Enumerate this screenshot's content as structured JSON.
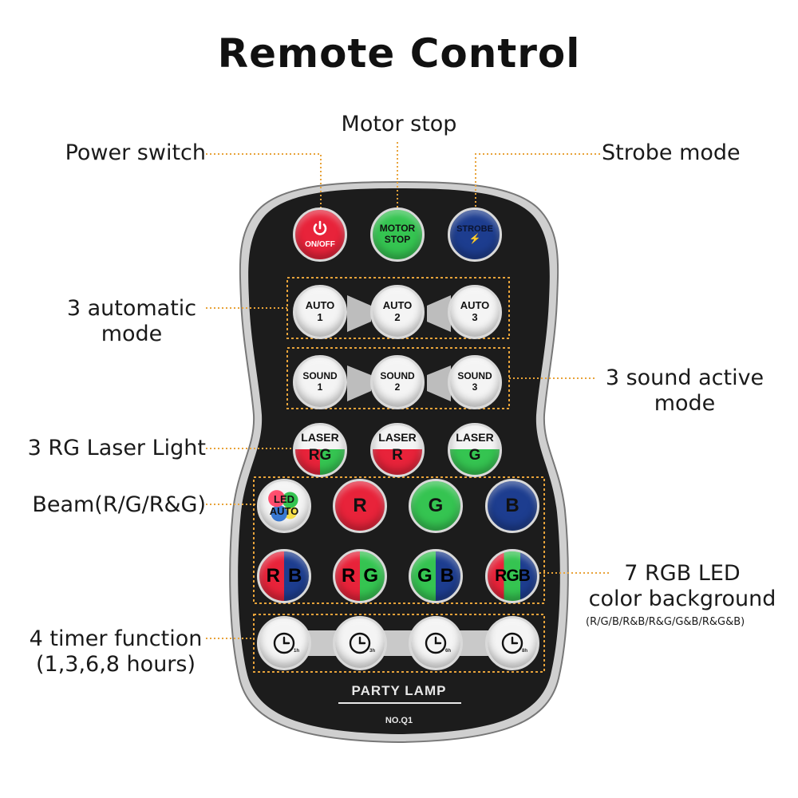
{
  "title": "Remote Control",
  "callouts": {
    "power": "Power switch",
    "motor": "Motor stop",
    "strobe": "Strobe mode",
    "auto_line1": "3 automatic",
    "auto_line2": "mode",
    "sound_line1": "3 sound active",
    "sound_line2": "mode",
    "laser": "3 RG Laser Light",
    "beam": "Beam(R/G/R&G)",
    "rgb_line1": "7 RGB LED",
    "rgb_line2": "color background",
    "rgb_sub": "(R/G/B/R&B/R&G/G&B/R&G&B)",
    "timer_line1": "4 timer function",
    "timer_line2": "(1,3,6,8 hours)"
  },
  "remote": {
    "power": {
      "label": "ON/OFF"
    },
    "motor": {
      "line1": "MOTOR",
      "line2": "STOP"
    },
    "strobe": {
      "label": "STROBE",
      "glyph": "⚡"
    },
    "auto": [
      {
        "line1": "AUTO",
        "line2": "1"
      },
      {
        "line1": "AUTO",
        "line2": "2"
      },
      {
        "line1": "AUTO",
        "line2": "3"
      }
    ],
    "sound": [
      {
        "line1": "SOUND",
        "line2": "1"
      },
      {
        "line1": "SOUND",
        "line2": "2"
      },
      {
        "line1": "SOUND",
        "line2": "3"
      }
    ],
    "laser": [
      {
        "top": "LASER",
        "bottom": "RG"
      },
      {
        "top": "LASER",
        "bottom": "R"
      },
      {
        "top": "LASER",
        "bottom": "G"
      }
    ],
    "led_auto": {
      "line1": "LED",
      "line2": "AUTO"
    },
    "single_colors": [
      "R",
      "G",
      "B"
    ],
    "combos": [
      {
        "a": "R",
        "b": "B"
      },
      {
        "a": "R",
        "b": "G"
      },
      {
        "a": "G",
        "b": "B"
      },
      {
        "label": "RGB"
      }
    ],
    "timers": [
      "1h",
      "3h",
      "6h",
      "8h"
    ],
    "brand": "PARTY LAMP",
    "model": "NO.Q1"
  },
  "colors": {
    "accent_orange": "#e8a33a",
    "red": "#e8233a",
    "green": "#35c451",
    "blue": "#1d3d8f",
    "body": "#1c1c1c"
  }
}
